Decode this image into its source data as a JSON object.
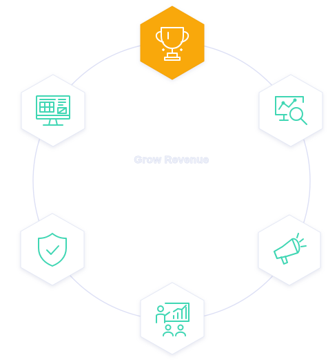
{
  "center": {
    "title": "Grow Revenue"
  },
  "colors": {
    "ring": "#dcdff5",
    "hex_fill": "#ffffff",
    "hex_border": "#e3e7f4",
    "active_fill": "#f9a80b",
    "active_border": "#f2a20d",
    "icon_stroke": "#3fd6b3",
    "active_icon_stroke": "#ffffff"
  },
  "nodes": [
    {
      "id": "trophy",
      "icon": "trophy-icon",
      "active": true
    },
    {
      "id": "analytics",
      "icon": "analytics-magnifier-icon",
      "active": false
    },
    {
      "id": "megaphone",
      "icon": "megaphone-icon",
      "active": false
    },
    {
      "id": "presentation",
      "icon": "presentation-audience-icon",
      "active": false
    },
    {
      "id": "shield",
      "icon": "shield-check-icon",
      "active": false
    },
    {
      "id": "dashboard",
      "icon": "monitor-dashboard-icon",
      "active": false
    }
  ]
}
